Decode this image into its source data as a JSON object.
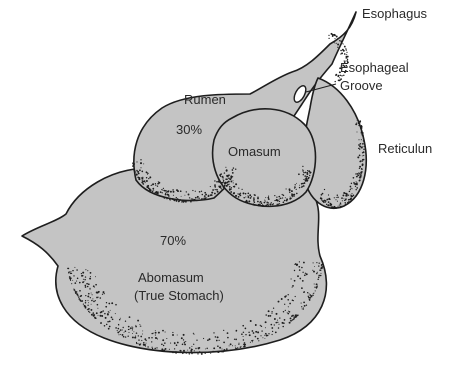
{
  "labels": {
    "esophagus": "Esophagus",
    "esophageal_groove_line1": "Esophageal",
    "esophageal_groove_line2": "Groove",
    "reticulum": "Reticulun",
    "rumen": "Rumen",
    "rumen_percent": "30%",
    "omasum": "Omasum",
    "abomasum_percent": "70%",
    "abomasum_line1": "Abomasum",
    "abomasum_line2": "(True Stomach)"
  },
  "colors": {
    "organ_fill": "#c4c4c4",
    "outline": "#1e1e1e",
    "text": "#2a2a2a",
    "background": "#ffffff"
  }
}
